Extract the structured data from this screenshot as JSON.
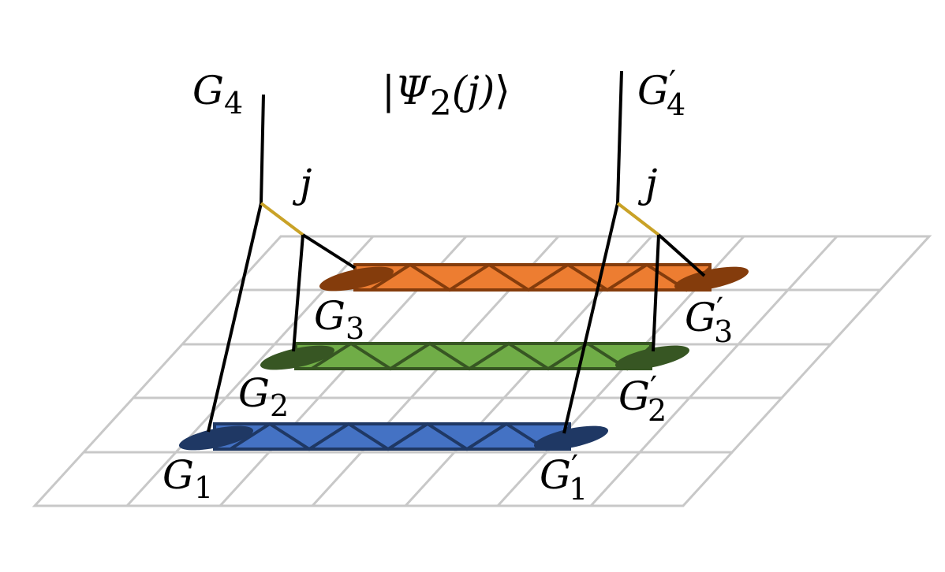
{
  "title": {
    "bra": "|",
    "psi": "Ψ",
    "sub": "2",
    "arg": "(j)",
    "ket": "⟩"
  },
  "colors": {
    "grid": "#c8c8c8",
    "black": "#000000",
    "gold": "#c9a227",
    "orange_fill": "#ed7d31",
    "orange_dark": "#843c0c",
    "orange_text": "#c55a11",
    "green_fill": "#70ad47",
    "green_dark": "#375623",
    "green_text": "#548235",
    "blue_fill": "#4472c4",
    "blue_dark": "#1f3864",
    "blue_text": "#2f5597"
  },
  "labels": {
    "G4": {
      "base": "G",
      "sub": "4",
      "prime": ""
    },
    "G4p": {
      "base": "G",
      "sub": "4",
      "prime": "′"
    },
    "j_left": "j",
    "j_right": "j",
    "G3": {
      "base": "G",
      "sub": "3",
      "prime": ""
    },
    "G3p": {
      "base": "G",
      "sub": "3",
      "prime": "′"
    },
    "G2": {
      "base": "G",
      "sub": "2",
      "prime": ""
    },
    "G2p": {
      "base": "G",
      "sub": "2",
      "prime": "′"
    },
    "G1": {
      "base": "G",
      "sub": "1",
      "prime": ""
    },
    "G1p": {
      "base": "G",
      "sub": "1",
      "prime": "′"
    }
  }
}
